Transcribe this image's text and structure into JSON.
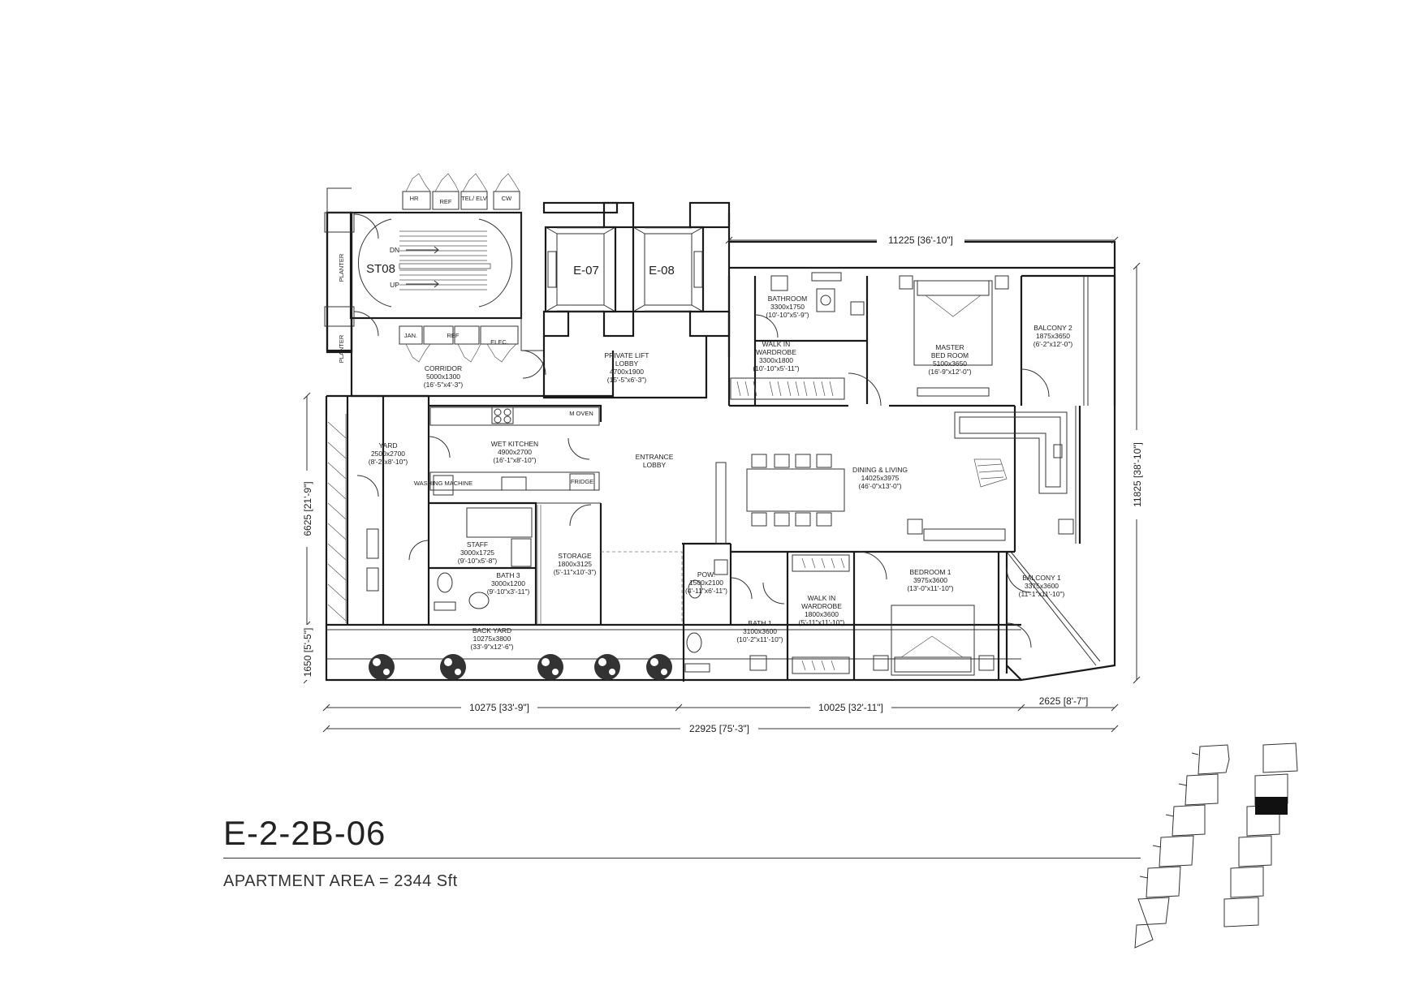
{
  "unit": {
    "name": "E-2-2B-06",
    "area": "APARTMENT AREA = 2344 Sft"
  },
  "rooms": [
    {
      "id": "bathroom",
      "lines": [
        "BATHROOM",
        "3300x1750",
        "(10'-10\"x5'-9\")"
      ]
    },
    {
      "id": "walk-in-wardrobe-master",
      "lines": [
        "WALK IN",
        "WARDROBE",
        "3300x1800",
        "(10'-10\"x5'-11\")"
      ]
    },
    {
      "id": "master-bedroom",
      "lines": [
        "MASTER",
        "BED ROOM",
        "5100x3650",
        "(16'-9\"x12'-0\")"
      ]
    },
    {
      "id": "balcony-2",
      "lines": [
        "BALCONY 2",
        "1875x3650",
        "(6'-2\"x12'-0\")"
      ]
    },
    {
      "id": "private-lift-lobby",
      "lines": [
        "PRIVATE LIFT",
        "LOBBY",
        "4700x1900",
        "(15'-5\"x6'-3\")"
      ]
    },
    {
      "id": "corridor",
      "lines": [
        "CORRIDOR",
        "5000x1300",
        "(16'-5\"x4'-3\")"
      ]
    },
    {
      "id": "yard",
      "lines": [
        "YARD",
        "2500x2700",
        "(8'-2\"x8'-10\")"
      ]
    },
    {
      "id": "wet-kitchen",
      "lines": [
        "WET KITCHEN",
        "4900x2700",
        "(16'-1\"x8'-10\")"
      ]
    },
    {
      "id": "entrance-lobby",
      "lines": [
        "ENTRANCE",
        "LOBBY"
      ]
    },
    {
      "id": "dining-living",
      "lines": [
        "DINING & LIVING",
        "14025x3975",
        "(46'-0\"x13'-0\")"
      ]
    },
    {
      "id": "staff",
      "lines": [
        "STAFF",
        "3000x1725",
        "(9'-10\"x5'-8\")"
      ]
    },
    {
      "id": "bath-3",
      "lines": [
        "BATH 3",
        "3000x1200",
        "(9'-10\"x3'-11\")"
      ]
    },
    {
      "id": "storage",
      "lines": [
        "STORAGE",
        "1800x3125",
        "(5'-11\"x10'-3\")"
      ]
    },
    {
      "id": "pow",
      "lines": [
        "POW.",
        "1500x2100",
        "(4'-11\"x6'-11\")"
      ]
    },
    {
      "id": "bath-1",
      "lines": [
        "BATH 1",
        "3100x3600",
        "(10'-2\"x11'-10\")"
      ]
    },
    {
      "id": "walk-in-wardrobe-1",
      "lines": [
        "WALK IN",
        "WARDROBE",
        "1800x3600",
        "(5'-11\"x11'-10\")"
      ]
    },
    {
      "id": "bedroom-1",
      "lines": [
        "BEDROOM 1",
        "3975x3600",
        "(13'-0\"x11'-10\")"
      ]
    },
    {
      "id": "balcony-1",
      "lines": [
        "BALCONY 1",
        "3375x3600",
        "(11'-1\"x11'-10\")"
      ]
    },
    {
      "id": "back-yard",
      "lines": [
        "BACK YARD",
        "10275x3800",
        "(33'-9\"x12'-6\")"
      ]
    }
  ],
  "labels": {
    "lift_1": "E-07",
    "lift_2": "E-08",
    "stair": "ST08",
    "stair_dn": "DN",
    "stair_up": "UP",
    "planter": "PLANTER",
    "hr": "HR",
    "ref": "REF",
    "tel_elv": "TEL/ ELV",
    "cw": "CW",
    "jan": "JAN.",
    "elec": "ELEC.",
    "oven": "M OVEN",
    "washer": "WASHING MACHINE",
    "fridge": "FRIDGE"
  },
  "dimensions": {
    "top": "11225 [36'-10\"]",
    "right": "11825 [38'-10\"]",
    "left_upper": "6625 [21'-9\"]",
    "left_lower": "1650 [5'-5\"]",
    "bottom_1": "10275 [33'-9\"]",
    "bottom_2": "10025 [32'-11\"]",
    "bottom_3": "2625 [8'-7\"]",
    "overall": "22925 [75'-3\"]"
  }
}
